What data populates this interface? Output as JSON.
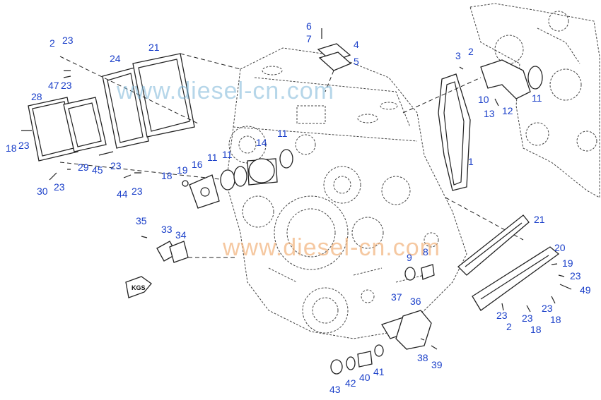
{
  "watermark": "www.diesel-cn.com",
  "tag": "KGS",
  "labels": {
    "l2a": "2",
    "l23a": "23",
    "l47": "47",
    "l23b": "23",
    "l24": "24",
    "l21a": "21",
    "l28": "28",
    "l18a": "18",
    "l23c": "23",
    "l29": "29",
    "l45": "45",
    "l23d": "23",
    "l30": "30",
    "l23e": "23",
    "l44": "44",
    "l23f": "23",
    "l6": "6",
    "l7": "7",
    "l4": "4",
    "l5": "5",
    "l3": "3",
    "l2b": "2",
    "l10": "10",
    "l11a": "11",
    "l12": "12",
    "l13": "13",
    "l1": "1",
    "l11b": "11",
    "l14": "14",
    "l11c": "11",
    "l11d": "11",
    "l18b": "18",
    "l19a": "19",
    "l16": "16",
    "l35": "35",
    "l33": "33",
    "l34": "34",
    "l9": "9",
    "l8": "8",
    "l21b": "21",
    "l20": "20",
    "l19b": "19",
    "l23g": "23",
    "l49": "49",
    "l23h": "23",
    "l2c": "2",
    "l23i": "23",
    "l18c": "18",
    "l23j": "23",
    "l18d": "18",
    "l37": "37",
    "l36": "36",
    "l38": "38",
    "l39": "39",
    "l41": "41",
    "l40": "40",
    "l42": "42",
    "l43": "43"
  },
  "colors": {
    "label": "#1a3fc9",
    "line": "#222222",
    "watermark_blue": "#7bb6d8",
    "watermark_orange": "#f2b27a"
  }
}
